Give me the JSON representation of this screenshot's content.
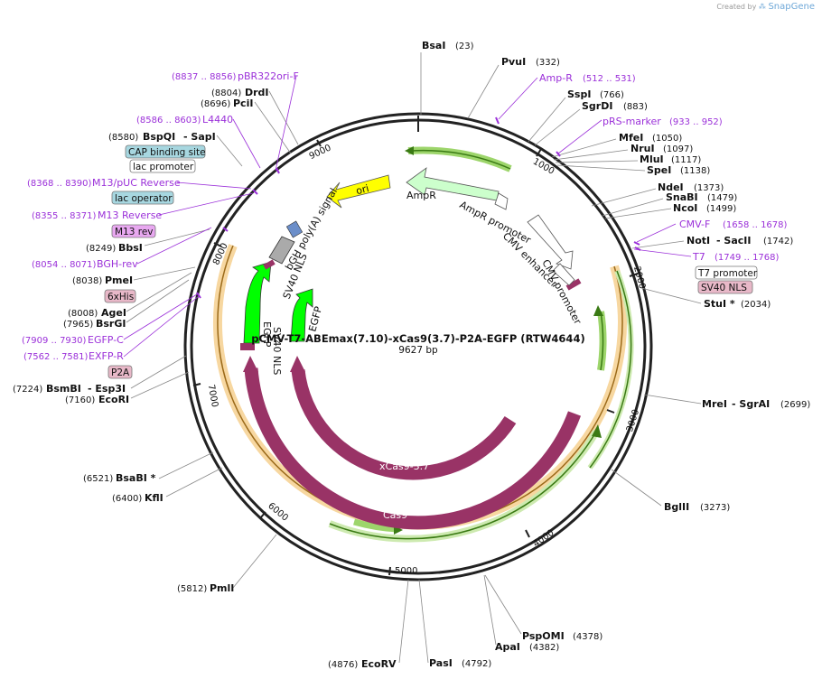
{
  "credit": {
    "prefix": "Created by",
    "brand": "SnapGene"
  },
  "plasmid": {
    "name": "pCMV-T7-ABEmax(7.10)-xCas9(3.7)-P2A-EGFP (RTW4644)",
    "length": "9627 bp"
  },
  "colors": {
    "backbone": "#222222",
    "highlight": "#f5c98a",
    "highlight_dark": "#d18b1c",
    "green_light": "#9dd56b",
    "green_dark": "#3a7a14",
    "cas9": "#993366",
    "egfp": "#00ff00",
    "ori": "#ffff00",
    "ampr": "#ccffcc",
    "site": "#9b30d9",
    "tag_blue": "#a7d7e0",
    "tag_pink": "#e8b8c8",
    "tag_purple": "#e8a8f0"
  },
  "ticks": [
    "1000",
    "2000",
    "3000",
    "4000",
    "5000",
    "6000",
    "7000",
    "8000",
    "9000"
  ],
  "enzymes_right": [
    {
      "name": "BsaI",
      "pos": "(23)"
    },
    {
      "name": "PvuI",
      "pos": "(332)"
    },
    {
      "name": "SspI",
      "pos": "(766)"
    },
    {
      "name": "SgrDI",
      "pos": "(883)"
    },
    {
      "name": "MfeI",
      "pos": "(1050)"
    },
    {
      "name": "NruI",
      "pos": "(1097)"
    },
    {
      "name": "MluI",
      "pos": "(1117)"
    },
    {
      "name": "SpeI",
      "pos": "(1138)"
    },
    {
      "name": "NdeI",
      "pos": "(1373)"
    },
    {
      "name": "SnaBI",
      "pos": "(1479)"
    },
    {
      "name": "NcoI",
      "pos": "(1499)"
    },
    {
      "name": "NotI",
      "name2": "- SacII",
      "pos": "(1742)"
    },
    {
      "name": "StuI *",
      "pos": "(2034)"
    },
    {
      "name": "MreI",
      "name2": "- SgrAI",
      "pos": "(2699)"
    },
    {
      "name": "BglII",
      "pos": "(3273)"
    },
    {
      "name": "PspOMI",
      "pos": "(4378)"
    },
    {
      "name": "ApaI",
      "pos": "(4382)"
    },
    {
      "name": "PasI",
      "pos": "(4792)"
    },
    {
      "name": "EcoRV",
      "pos": "(4876)"
    },
    {
      "name": "PmlI",
      "pos": "(5812)"
    },
    {
      "name": "KflI",
      "pos": "(6400)"
    },
    {
      "name": "BsaBI *",
      "pos": "(6521)"
    },
    {
      "name": "EcoRI",
      "pos": "(7160)"
    },
    {
      "name": "BsmBI",
      "name2": "- Esp3I",
      "pos": "(7224)"
    },
    {
      "name": "BsrGI",
      "pos": "(7965)"
    },
    {
      "name": "AgeI",
      "pos": "(8008)"
    },
    {
      "name": "PmeI",
      "pos": "(8038)"
    },
    {
      "name": "BbsI",
      "pos": "(8249)"
    },
    {
      "name": "BspQI",
      "name2": "- SapI",
      "pos": "(8580)"
    },
    {
      "name": "PciI",
      "pos": "(8696)"
    },
    {
      "name": "DrdI",
      "pos": "(8804)"
    }
  ],
  "sites": [
    {
      "name": "Amp-R",
      "pos": "(512 .. 531)"
    },
    {
      "name": "pRS-marker",
      "pos": "(933 .. 952)"
    },
    {
      "name": "CMV-F",
      "pos": "(1658 .. 1678)"
    },
    {
      "name": "T7",
      "pos": "(1749 .. 1768)"
    },
    {
      "name": "pBR322ori-F",
      "pos": "(8837 .. 8856)"
    },
    {
      "name": "L4440",
      "pos": "(8586 .. 8603)"
    },
    {
      "name": "M13/pUC Reverse",
      "pos": "(8368 .. 8390)"
    },
    {
      "name": "M13 Reverse",
      "pos": "(8355 .. 8371)"
    },
    {
      "name": "BGH-rev",
      "pos": "(8054 .. 8071)"
    },
    {
      "name": "EGFP-C",
      "pos": "(7909 .. 7930)"
    },
    {
      "name": "EXFP-R",
      "pos": "(7562 .. 7581)"
    }
  ],
  "feature_tags": {
    "t7_promoter": "T7 promoter",
    "sv40_nls": "SV40 NLS",
    "cap": "CAP binding site",
    "lac_promoter": "lac promoter",
    "lac_operator": "lac operator",
    "m13_rev": "M13 rev",
    "his": "6xHis",
    "p2a": "P2A"
  },
  "features": {
    "ori": "ori",
    "ampr": "AmpR",
    "ampr_promoter": "AmpR promoter",
    "cmv_enhancer": "CMV enhancer",
    "cmv_promoter": "CMV promoter",
    "bgh": "bGH poly(A) signal",
    "sv40nls": "SV40 NLS",
    "egfp1": "EGFP",
    "egfp2": "EGFP",
    "sv40nls2": "SV40 NLS",
    "cas9": "Cas9",
    "xcas9": "xCas9-3.7"
  }
}
